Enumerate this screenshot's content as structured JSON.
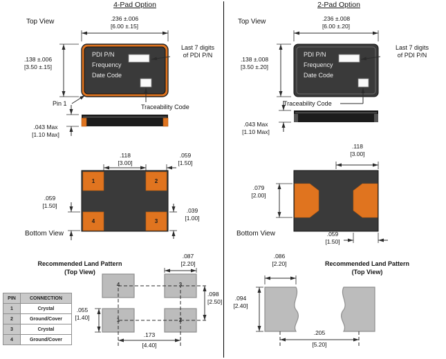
{
  "left": {
    "title": "4-Pad Option",
    "top_view_label": "Top View",
    "bottom_view_label": "Bottom View",
    "package": {
      "line1": "PDI P/N",
      "line2": "Frequency",
      "line3": "Date Code"
    },
    "callouts": {
      "last7_line1": "Last 7 digits",
      "last7_line2": "of PDI P/N",
      "pin1": "Pin 1",
      "traceability": "Traceability Code"
    },
    "dims": {
      "width_in": ".236 ±.006",
      "width_mm": "[6.00 ±.15]",
      "height_in": ".138 ±.006",
      "height_mm": "[3.50 ±.15]",
      "thickness_in": ".043 Max",
      "thickness_mm": "[1.10 Max]",
      "pad_span_in": ".118",
      "pad_span_mm": "[3.00]",
      "pad_width_in": ".059",
      "pad_width_mm": "[1.50]",
      "pad_height_in": ".059",
      "pad_height_mm": "[1.50]",
      "corner_in": ".039",
      "corner_mm": "[1.00]"
    },
    "bottom_pads": {
      "tl": "1",
      "tr": "2",
      "bl": "4",
      "br": "3"
    },
    "land": {
      "title": "Recommended Land Pattern",
      "subtitle": "(Top View)",
      "pads": {
        "tl": "4",
        "tr": "3",
        "bl": "1",
        "br": "2"
      },
      "pad_w_in": ".087",
      "pad_w_mm": "[2.20]",
      "v_pitch_in": ".098",
      "v_pitch_mm": "[2.50]",
      "pad_h_in": ".055",
      "pad_h_mm": "[1.40]",
      "h_pitch_in": ".173",
      "h_pitch_mm": "[4.40]"
    }
  },
  "right": {
    "title": "2-Pad Option",
    "top_view_label": "Top View",
    "bottom_view_label": "Bottom View",
    "package": {
      "line1": "PDI P/N",
      "line2": "Frequency",
      "line3": "Date Code"
    },
    "callouts": {
      "last7_line1": "Last 7 digits",
      "last7_line2": "of PDI P/N",
      "traceability": "Traceability Code"
    },
    "dims": {
      "width_in": ".236 ±.008",
      "width_mm": "[6.00 ±.20]",
      "height_in": ".138 ±.008",
      "height_mm": "[3.50 ±.20]",
      "thickness_in": ".043 Max",
      "thickness_mm": "[1.10 Max]",
      "pad_span_in": ".118",
      "pad_span_mm": "[3.00]",
      "pad_height_in": ".079",
      "pad_height_mm": "[2.00]",
      "pad_edge_in": ".059",
      "pad_edge_mm": "[1.50]"
    },
    "land": {
      "title": "Recommended Land Pattern",
      "subtitle": "(Top View)",
      "pad_w_in": ".086",
      "pad_w_mm": "[2.20]",
      "pad_h_in": ".094",
      "pad_h_mm": "[2.40]",
      "pitch_in": ".205",
      "pitch_mm": "[5.20]"
    }
  },
  "pin_table": {
    "headers": [
      "PIN",
      "CONNECTION"
    ],
    "rows": [
      {
        "pin": "1",
        "connection": "Crystal"
      },
      {
        "pin": "2",
        "connection": "Ground/Cover"
      },
      {
        "pin": "3",
        "connection": "Crystal"
      },
      {
        "pin": "4",
        "connection": "Ground/Cover"
      }
    ]
  },
  "colors": {
    "pad_orange": "#E0741F",
    "body_dark": "#3A3A3A",
    "land_gray": "#BCBCBC"
  }
}
